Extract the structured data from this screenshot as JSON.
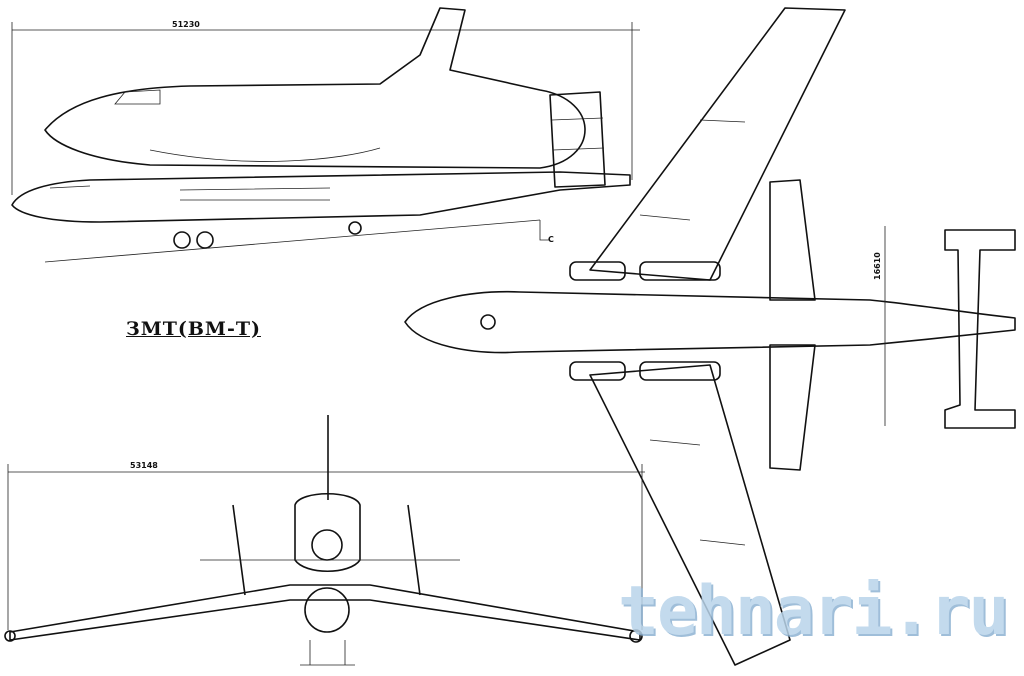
{
  "title": "ЗМТ(ВМ-Т)",
  "dimensions": {
    "side_length": "51230",
    "front_span": "53148",
    "tail_span": "16610"
  },
  "marker_c": "C",
  "watermark": "tehnari.ru",
  "colors": {
    "line": "#111111",
    "watermark": "#b9d4ea"
  }
}
